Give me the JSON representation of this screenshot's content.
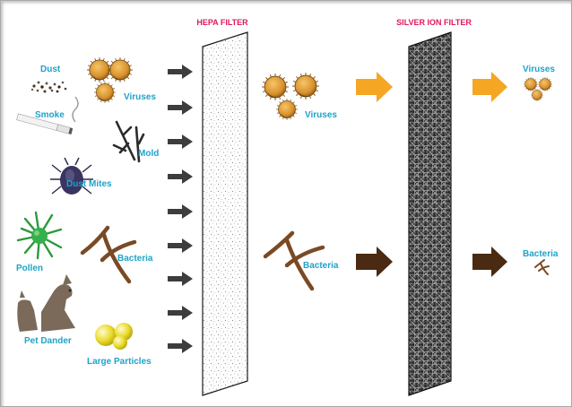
{
  "filters": {
    "hepa": "HEPA FILTER",
    "silver_ion": "SILVER ION FILTER"
  },
  "inputs": {
    "dust": "Dust",
    "smoke": "Smoke",
    "viruses": "Viruses",
    "mold": "Mold",
    "dust_mites": "Dust Mites",
    "pollen": "Pollen",
    "bacteria": "Bacteria",
    "pet_dander": "Pet Dander",
    "large_particles": "Large Particles"
  },
  "after_hepa": {
    "viruses": "Viruses",
    "bacteria": "Bacteria"
  },
  "after_silver": {
    "viruses": "Viruses",
    "bacteria": "Bacteria"
  },
  "colors": {
    "label": "#1fa3c9",
    "title": "#e0195a",
    "gray_arrow": "#3d3d3d",
    "orange_arrow": "#f5a623",
    "brown_arrow": "#4a2a12",
    "virus": "#d8962e",
    "bacteria": "#7a4a24",
    "pollen": "#2a9a3a",
    "particle": "#e8d824"
  }
}
